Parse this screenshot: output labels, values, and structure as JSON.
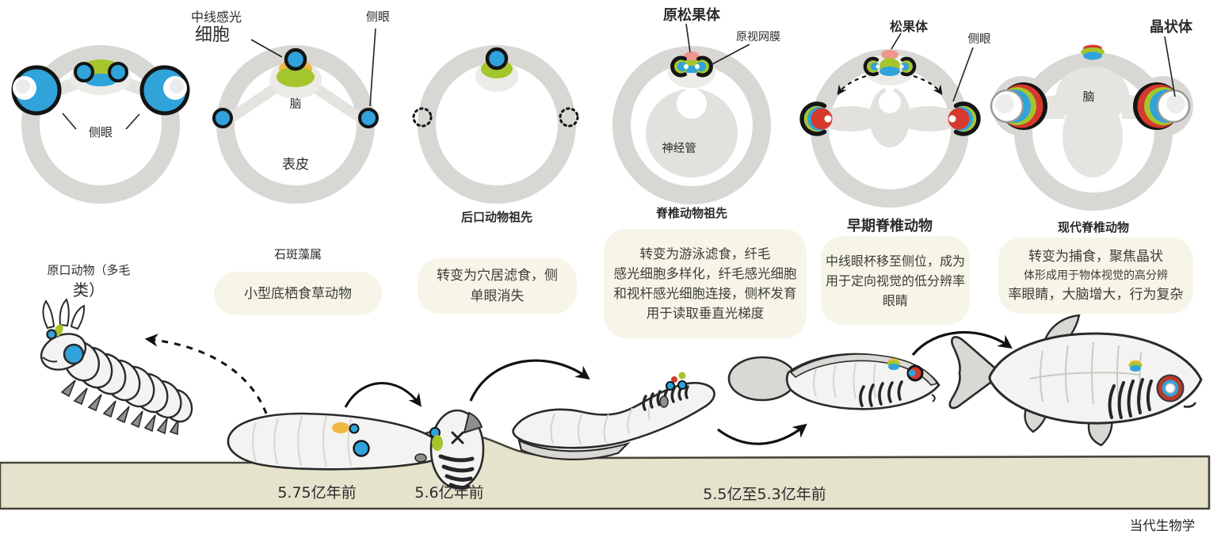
{
  "palette": {
    "blue": "#2fa3da",
    "green": "#a4c52c",
    "yellow": "#f0b843",
    "red": "#d6392d",
    "pink": "#f0968e",
    "ring_gray": "#d8d7d4",
    "ground": "#e5e3cc",
    "box_bg": "#f7f5e8"
  },
  "stages": [
    {
      "key": "protostome",
      "caption_line1": "原口动物（多毛",
      "caption_line2": "类）",
      "labels": {
        "lateral_eye": "侧眼"
      }
    },
    {
      "key": "stem-bilaterian",
      "caption": "石斑藻属",
      "box_lines": [
        "小型底栖食草动物"
      ],
      "labels": {
        "midline_photoreceptor_1": "中线感光",
        "midline_photoreceptor_2": "细胞",
        "lateral_eye": "侧眼",
        "brain": "脑",
        "epidermis": "表皮"
      }
    },
    {
      "key": "deuterostome-ancestor",
      "caption": "后口动物祖先",
      "box_lines": [
        "转变为穴居滤食，侧",
        "单眼消失"
      ]
    },
    {
      "key": "vertebrate-ancestor",
      "caption": "脊椎动物祖先",
      "box_lines": [
        "转变为游泳滤食，纤毛",
        "感光细胞多样化，纤毛感光细胞",
        "和视杆感光细胞连接，侧杯发育",
        "用于读取垂直光梯度"
      ],
      "labels": {
        "proto_pineal": "原松果体",
        "proto_retina": "原视网膜",
        "neural_tube": "神经管"
      }
    },
    {
      "key": "early-vertebrate",
      "caption": "早期脊椎动物",
      "box_lines": [
        "中线眼杯移至侧位，成为",
        "用于定向视觉的低分辨率",
        "眼睛"
      ],
      "labels": {
        "pineal": "松果体",
        "lateral_eye": "侧眼"
      }
    },
    {
      "key": "modern-vertebrate",
      "caption": "现代脊椎动物",
      "box_lines": [
        "转变为捕食，聚焦晶状",
        "体形成用于物体视觉的高分辨",
        "率眼睛，大脑增大，行为复杂"
      ],
      "labels": {
        "lens": "晶状体",
        "brain": "脑"
      }
    }
  ],
  "timeline": {
    "labels": [
      "5.75亿年前",
      "5.6亿年前",
      "5.5亿至5.3亿年前"
    ]
  },
  "credit": "当代生物学"
}
